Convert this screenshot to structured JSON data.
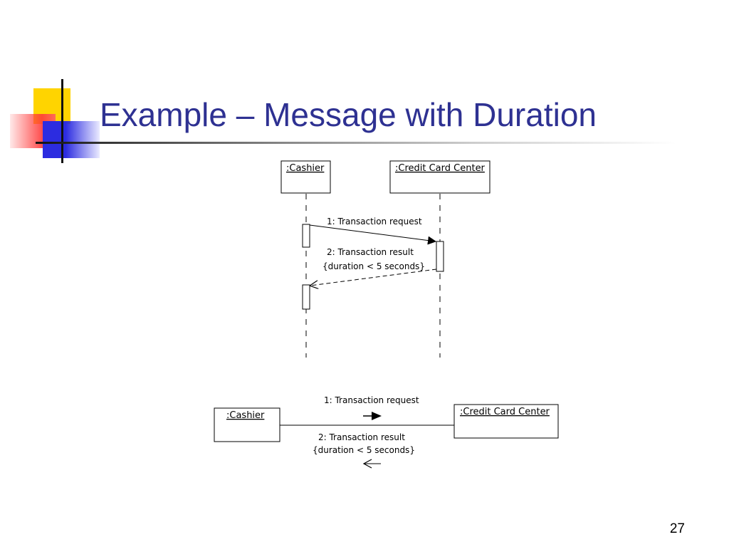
{
  "slide": {
    "title": "Example – Message with Duration",
    "page_number": "27"
  },
  "sequence_diagram": {
    "objects": [
      {
        "id": "cashier",
        "label": ":Cashier"
      },
      {
        "id": "credit-card-center",
        "label": ":Credit Card Center"
      }
    ],
    "messages": [
      {
        "label": "1: Transaction request",
        "constraint": "",
        "from": "cashier",
        "to": "credit-card-center",
        "style": "solid"
      },
      {
        "label": "2: Transaction result",
        "constraint": "{duration < 5 seconds}",
        "from": "credit-card-center",
        "to": "cashier",
        "style": "dashed"
      }
    ]
  },
  "collaboration_diagram": {
    "objects": [
      {
        "id": "cashier",
        "label": ":Cashier"
      },
      {
        "id": "credit-card-center",
        "label": ":Credit Card Center"
      }
    ],
    "messages": [
      {
        "label": "1: Transaction request",
        "constraint": "",
        "direction": "right"
      },
      {
        "label": "2: Transaction result",
        "constraint": "{duration < 5 seconds}",
        "direction": "left"
      }
    ]
  },
  "colors": {
    "title": "#2e3192",
    "logo_yellow": "#ffd400",
    "logo_red": "#ff3b3b",
    "logo_blue": "#2c2ce0"
  }
}
